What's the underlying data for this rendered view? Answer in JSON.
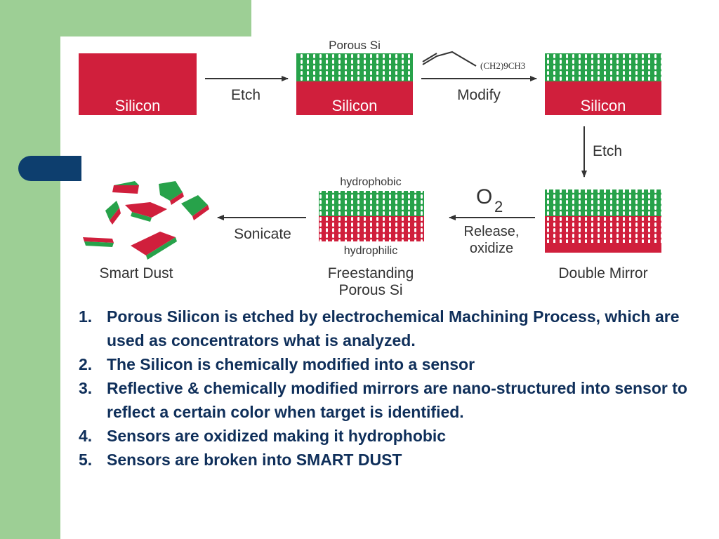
{
  "diagram": {
    "labels": {
      "silicon": "Silicon",
      "porous_si": "Porous Si",
      "etch": "Etch",
      "modify": "Modify",
      "reagent": "(CH2)9CH3",
      "double_mirror": "Double Mirror",
      "oxygen": "O",
      "oxygen_sub": "2",
      "release_line1": "Release,",
      "release_line2": "oxidize",
      "hydrophobic": "hydrophobic",
      "hydrophilic": "hydrophilic",
      "freestanding_line1": "Freestanding",
      "freestanding_line2": "Porous Si",
      "sonicate": "Sonicate",
      "smart_dust": "Smart Dust"
    },
    "colors": {
      "silicon_red": "#d01f3c",
      "porous_green": "#27a24a",
      "background_green": "#9dcf95",
      "navy": "#0d3e6e",
      "text_navy": "#0f2f5a"
    }
  },
  "steps": [
    {
      "number": "1.",
      "text": "Porous Silicon is etched by electrochemical Machining Process, which are used as concentrators what is analyzed."
    },
    {
      "number": "2.",
      "text": "The Silicon is chemically modified into a sensor"
    },
    {
      "number": "3.",
      "text": " Reflective & chemically modified mirrors are nano-structured into sensor to reflect a certain color when target is identified."
    },
    {
      "number": "4.",
      "text": "Sensors are oxidized  making  it hydrophobic"
    },
    {
      "number": "5.",
      "text": "Sensors are broken into SMART DUST"
    }
  ]
}
